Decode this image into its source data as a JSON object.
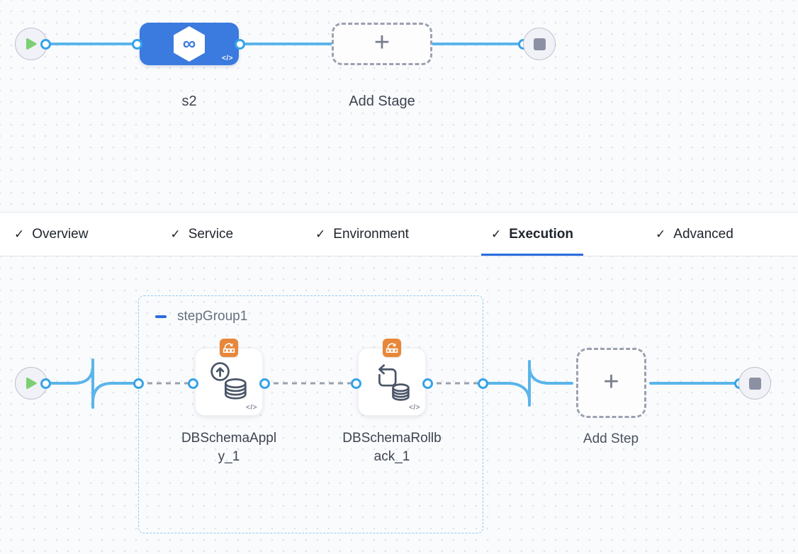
{
  "theme": {
    "canvas_bg": "#fafbfd",
    "dot_color": "#dfe3ea",
    "line_blue": "#5ab5ea",
    "port_blue": "#35a3e8",
    "stage_blue": "#3b7ade",
    "accent_blue": "#2b6ce0",
    "play_green": "#7ccf72",
    "badge_orange": "#e8873a",
    "group_border_blue": "#8cccf0",
    "dash_gray": "#9aa0ac",
    "stop_gray": "#8b90a3",
    "text_dark": "#1e242c",
    "text_label": "#3d4450",
    "text_muted": "#657080",
    "tab_underline": "#2b6ce0"
  },
  "stage_canvas": {
    "stage": {
      "label": "s2",
      "code_icon_label": "</>"
    },
    "add_stage": {
      "label": "Add Stage",
      "plus_glyph": "+"
    }
  },
  "tab_bar": {
    "check_glyph": "✓",
    "tabs": [
      {
        "label": "Overview",
        "checked": true,
        "active": false
      },
      {
        "label": "Service",
        "checked": true,
        "active": false
      },
      {
        "label": "Environment",
        "checked": true,
        "active": false
      },
      {
        "label": "Execution",
        "checked": true,
        "active": true
      },
      {
        "label": "Advanced",
        "checked": true,
        "active": false
      }
    ]
  },
  "execution_canvas": {
    "step_group": {
      "name": "stepGroup1"
    },
    "steps": [
      {
        "label": "DBSchemaApply_1",
        "code_icon_label": "</>"
      },
      {
        "label": "DBSchemaRollback_1",
        "code_icon_label": "</>"
      }
    ],
    "add_step": {
      "label": "Add Step",
      "plus_glyph": "+"
    }
  }
}
